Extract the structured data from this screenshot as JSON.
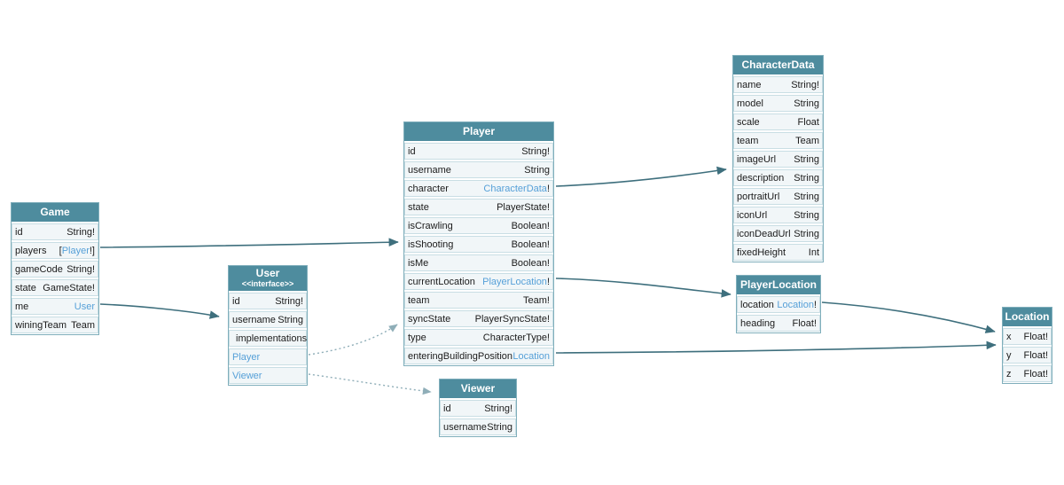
{
  "colors": {
    "header": "#4E8C9E",
    "row_bg": "#F1F6F8",
    "row_border": "#C9DEE4",
    "table_border": "#7FAEBB",
    "link": "#56A0D8",
    "edge": "#3E6F7D",
    "edge_dotted": "#8FAEB8",
    "text": "#1B1B1B"
  },
  "diagram": {
    "game": {
      "title": "Game",
      "rows": [
        {
          "n": "id",
          "tp": "String!"
        },
        {
          "n": "players",
          "tp": "[",
          "tl": "Player",
          "ts": "!]"
        },
        {
          "n": "gameCode",
          "tp": "String!"
        },
        {
          "n": "state",
          "tp": "GameState!"
        },
        {
          "n": "me",
          "tl": "User"
        },
        {
          "n": "winingTeam",
          "tp": "Team"
        }
      ]
    },
    "user": {
      "title": "User",
      "subtitle": "<<interface>>",
      "rows": [
        {
          "n": "id",
          "tp": "String!"
        },
        {
          "n": "username",
          "tp": "String"
        },
        {
          "n": "implementations"
        },
        {
          "n": "Player"
        },
        {
          "n": "Viewer"
        }
      ]
    },
    "player": {
      "title": "Player",
      "rows": [
        {
          "n": "id",
          "tp": "String!"
        },
        {
          "n": "username",
          "tp": "String"
        },
        {
          "n": "character",
          "tl": "CharacterData",
          "ts": "!"
        },
        {
          "n": "state",
          "tp": "PlayerState!"
        },
        {
          "n": "isCrawling",
          "tp": "Boolean!"
        },
        {
          "n": "isShooting",
          "tp": "Boolean!"
        },
        {
          "n": "isMe",
          "tp": "Boolean!"
        },
        {
          "n": "currentLocation",
          "tl": "PlayerLocation",
          "ts": "!"
        },
        {
          "n": "team",
          "tp": "Team!"
        },
        {
          "n": "syncState",
          "tp": "PlayerSyncState!"
        },
        {
          "n": "type",
          "tp": "CharacterType!"
        },
        {
          "n": "enteringBuildingPosition",
          "tl": "Location"
        }
      ]
    },
    "viewer": {
      "title": "Viewer",
      "rows": [
        {
          "n": "id",
          "tp": "String!"
        },
        {
          "n": "username",
          "tp": "String"
        }
      ]
    },
    "characterData": {
      "title": "CharacterData",
      "rows": [
        {
          "n": "name",
          "tp": "String!"
        },
        {
          "n": "model",
          "tp": "String"
        },
        {
          "n": "scale",
          "tp": "Float"
        },
        {
          "n": "team",
          "tp": "Team"
        },
        {
          "n": "imageUrl",
          "tp": "String"
        },
        {
          "n": "description",
          "tp": "String"
        },
        {
          "n": "portraitUrl",
          "tp": "String"
        },
        {
          "n": "iconUrl",
          "tp": "String"
        },
        {
          "n": "iconDeadUrl",
          "tp": "String"
        },
        {
          "n": "fixedHeight",
          "tp": "Int"
        }
      ]
    },
    "playerLocation": {
      "title": "PlayerLocation",
      "rows": [
        {
          "n": "location",
          "tl": "Location",
          "ts": "!"
        },
        {
          "n": "heading",
          "tp": "Float!"
        }
      ]
    },
    "location": {
      "title": "Location",
      "rows": [
        {
          "n": "x",
          "tp": "Float!"
        },
        {
          "n": "y",
          "tp": "Float!"
        },
        {
          "n": "z",
          "tp": "Float!"
        }
      ]
    }
  }
}
